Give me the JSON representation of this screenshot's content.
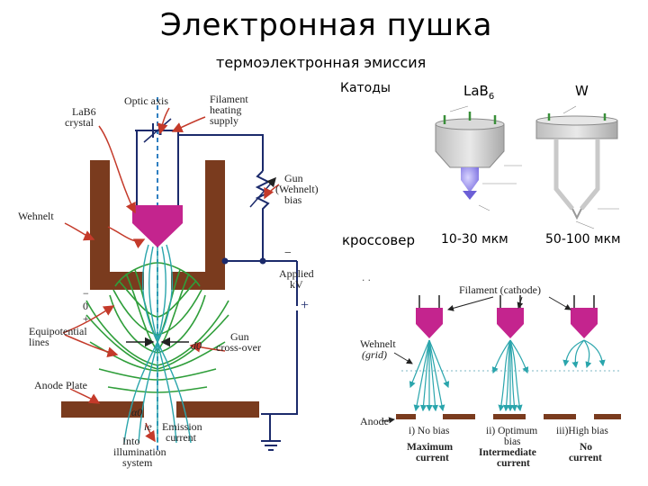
{
  "slide": {
    "title": "Электронная пушка",
    "subtitle": "термоэлектронная эмиссия",
    "cathodes_label": "Катоды",
    "lab6_label": "LaB6",
    "w_label": "W",
    "crossover_label": "кроссовер",
    "lab6_size": "10-30 мкм",
    "w_size": "50-100 мкм"
  },
  "left_diagram": {
    "optic_axis": "Optic axis",
    "filament_heating": [
      "Filament",
      "heating",
      "supply"
    ],
    "lab6_crystal": [
      "LaB6",
      "crystal"
    ],
    "gun_bias": [
      "Gun",
      "(Wehnelt)",
      "bias"
    ],
    "wehnelt": "Wehnelt",
    "applied_kv": [
      "Applied",
      "kV"
    ],
    "equipotential": [
      "Equipotential",
      "lines"
    ],
    "gun_crossover": [
      "Gun",
      "cross-over"
    ],
    "d0": "d0",
    "anode_plate": "Anode Plate",
    "alpha0": "α0",
    "ie": "ie",
    "emission_current": [
      "Emission",
      "current"
    ],
    "into_illumination": [
      "Into",
      "illumination",
      "system"
    ],
    "minus": "−",
    "plus": "+",
    "zero": "0"
  },
  "bias_diagram": {
    "filament_cathode": "Filament (cathode)",
    "wehnelt_grid": [
      "Wehnelt",
      "(grid)"
    ],
    "anode": "Anode",
    "no_bias": [
      "i) No bias",
      "Maximum",
      "current"
    ],
    "optimum_bias": [
      "ii) Optimum",
      "bias",
      "Intermediate",
      "current"
    ],
    "high_bias": [
      "iii)High bias",
      "No",
      "current"
    ]
  },
  "colors": {
    "cathode_fill": "#c4248e",
    "wehnelt_fill": "#7a3b1e",
    "equipotential": "#2f9e3a",
    "beam": "#2aa5ac",
    "wire": "#1b2a6b",
    "axis": "#2f7fc1",
    "red_arrow": "#c43a2a"
  }
}
